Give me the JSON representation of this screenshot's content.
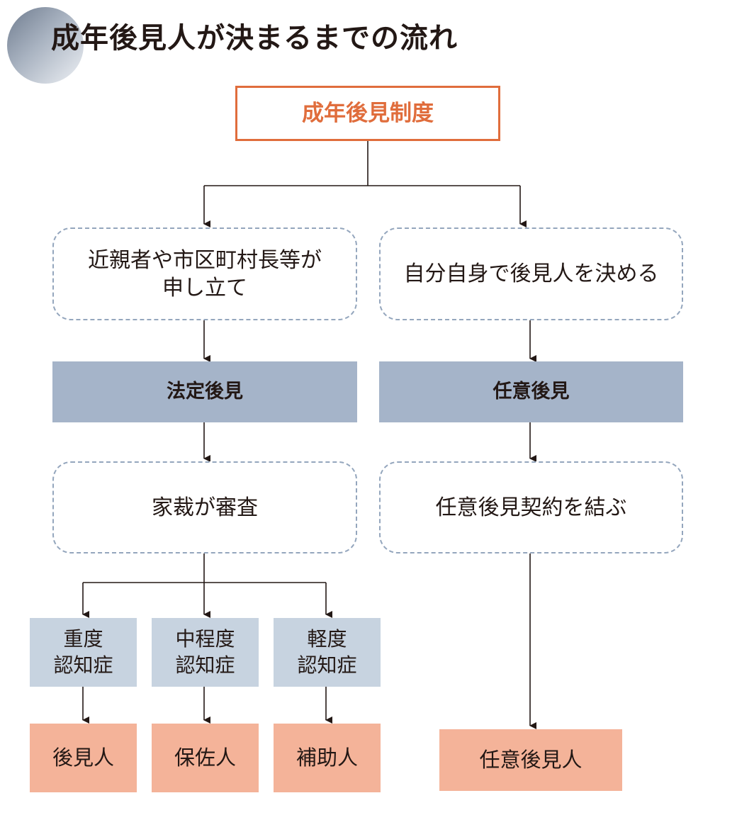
{
  "title": "成年後見人が決まるまでの流れ",
  "root": "成年後見制度",
  "branches": {
    "left": {
      "step1_line1": "近親者や市区町村長等が",
      "step1_line2": "申し立て",
      "type": "法定後見",
      "step2": "家裁が審査",
      "levels": [
        {
          "line1": "重度",
          "line2": "認知症",
          "result": "後見人"
        },
        {
          "line1": "中程度",
          "line2": "認知症",
          "result": "保佐人"
        },
        {
          "line1": "軽度",
          "line2": "認知症",
          "result": "補助人"
        }
      ]
    },
    "right": {
      "step1": "自分自身で後見人を決める",
      "type": "任意後見",
      "step2": "任意後見契約を結ぶ",
      "result": "任意後見人"
    }
  },
  "colors": {
    "accent_orange": "#e06d3c",
    "dashed_border": "#94a6bd",
    "slate_box": "#a5b4c9",
    "light_box": "#c7d3e0",
    "salmon_box": "#f4b399",
    "text": "#231815"
  }
}
